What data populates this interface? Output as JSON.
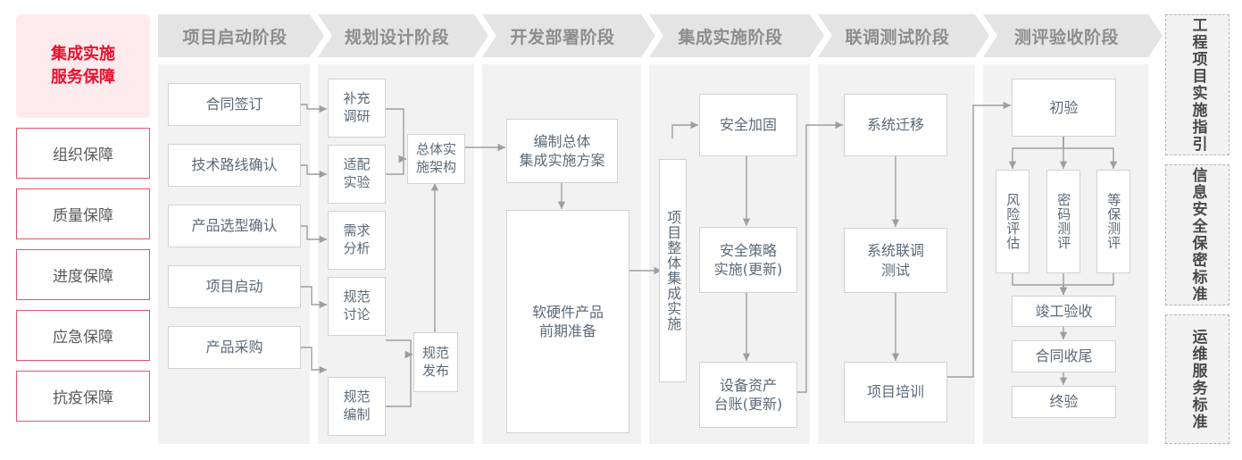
{
  "sidebar_left": {
    "title": "集成实施\n服务保障",
    "title_bg": "#fdeaec",
    "title_color": "#e8112d",
    "items": [
      {
        "label": "组织保障"
      },
      {
        "label": "质量保障"
      },
      {
        "label": "进度保障"
      },
      {
        "label": "应急保障"
      },
      {
        "label": "抗疫保障"
      }
    ]
  },
  "phases": [
    {
      "header": "项目启动阶段"
    },
    {
      "header": "规划设计阶段"
    },
    {
      "header": "开发部署阶段"
    },
    {
      "header": "集成实施阶段"
    },
    {
      "header": "联调测试阶段"
    },
    {
      "header": "测评验收阶段"
    }
  ],
  "nodes": {
    "c1": [
      {
        "label": "合同签订"
      },
      {
        "label": "技术路线确认"
      },
      {
        "label": "产品选型确认"
      },
      {
        "label": "项目启动"
      },
      {
        "label": "产品采购"
      }
    ],
    "c2_left": [
      {
        "label": "补充\n调研"
      },
      {
        "label": "适配\n实验"
      },
      {
        "label": "需求\n分析"
      },
      {
        "label": "规范\n讨论"
      },
      {
        "label": "规范\n编制"
      }
    ],
    "c2_right": [
      {
        "label": "总体实\n施架构"
      },
      {
        "label": "规范\n发布"
      }
    ],
    "c3": [
      {
        "label": "编制总体\n集成实施方案"
      },
      {
        "label": "软硬件产品\n前期准备"
      }
    ],
    "c4_rail": {
      "label": "项目整体集成实施"
    },
    "c4": [
      {
        "label": "安全加固"
      },
      {
        "label": "安全策略\n实施(更新)"
      },
      {
        "label": "设备资产\n台账(更新)"
      }
    ],
    "c5": [
      {
        "label": "系统迁移"
      },
      {
        "label": "系统联调\n测试"
      },
      {
        "label": "项目培训"
      }
    ],
    "c6_top": {
      "label": "初验"
    },
    "c6_triple": [
      {
        "label": "风险评估"
      },
      {
        "label": "密码测评"
      },
      {
        "label": "等保测评"
      }
    ],
    "c6_tail": [
      {
        "label": "竣工验收"
      },
      {
        "label": "合同收尾"
      },
      {
        "label": "终验"
      }
    ]
  },
  "sidebar_right": [
    {
      "label": "工程项目实施指引"
    },
    {
      "label": "信息安全保密标准"
    },
    {
      "label": "运维服务标准"
    }
  ],
  "colors": {
    "header_band": "#e4e4e4",
    "column_bg": "#f2f2f2",
    "box_border": "#d2d2d2",
    "box_text": "#5b6a78",
    "accent_red": "#e8112d",
    "wire": "#9e9e9e"
  }
}
